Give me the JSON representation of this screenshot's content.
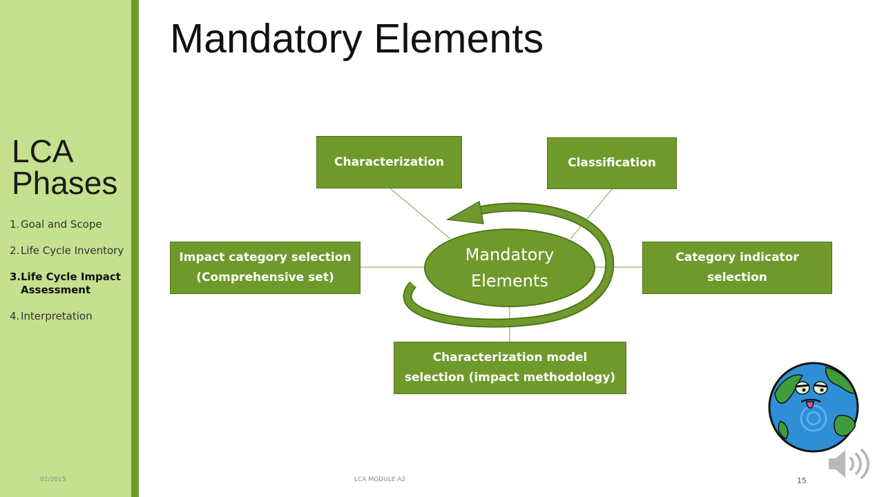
{
  "slide_title": "Mandatory Elements",
  "sidebar": {
    "title_line1": "LCA",
    "title_line2": "Phases",
    "phases": [
      {
        "num": "1.",
        "label": "Goal and Scope",
        "active": false
      },
      {
        "num": "2.",
        "label": "Life Cycle Inventory",
        "active": false
      },
      {
        "num": "3.",
        "label": "Life Cycle Impact Assessment",
        "active": true
      },
      {
        "num": "4.",
        "label": "Interpretation",
        "active": false
      }
    ]
  },
  "diagram": {
    "center": {
      "line1": "Mandatory",
      "line2": "Elements"
    },
    "boxes": {
      "characterization": {
        "line1": "Characterization",
        "line2": ""
      },
      "classification": {
        "line1": "Classification",
        "line2": ""
      },
      "impact_category": {
        "line1": "Impact category selection",
        "line2": "(Comprehensive set)"
      },
      "category_indicator": {
        "line1": "Category indicator",
        "line2": "selection"
      },
      "characterization_model": {
        "line1": "Characterization model",
        "line2": "selection (impact methodology)"
      }
    },
    "colors": {
      "box_fill": "#6f9a2b",
      "box_border": "#4f7419",
      "connector": "#8fb25a",
      "arrow": "#6f9a2b"
    }
  },
  "footer": {
    "date": "02/2015",
    "module": "LCA MODULE A2",
    "page": "15"
  },
  "icons": {
    "globe": "sick-earth-icon",
    "audio": "speaker-icon"
  }
}
